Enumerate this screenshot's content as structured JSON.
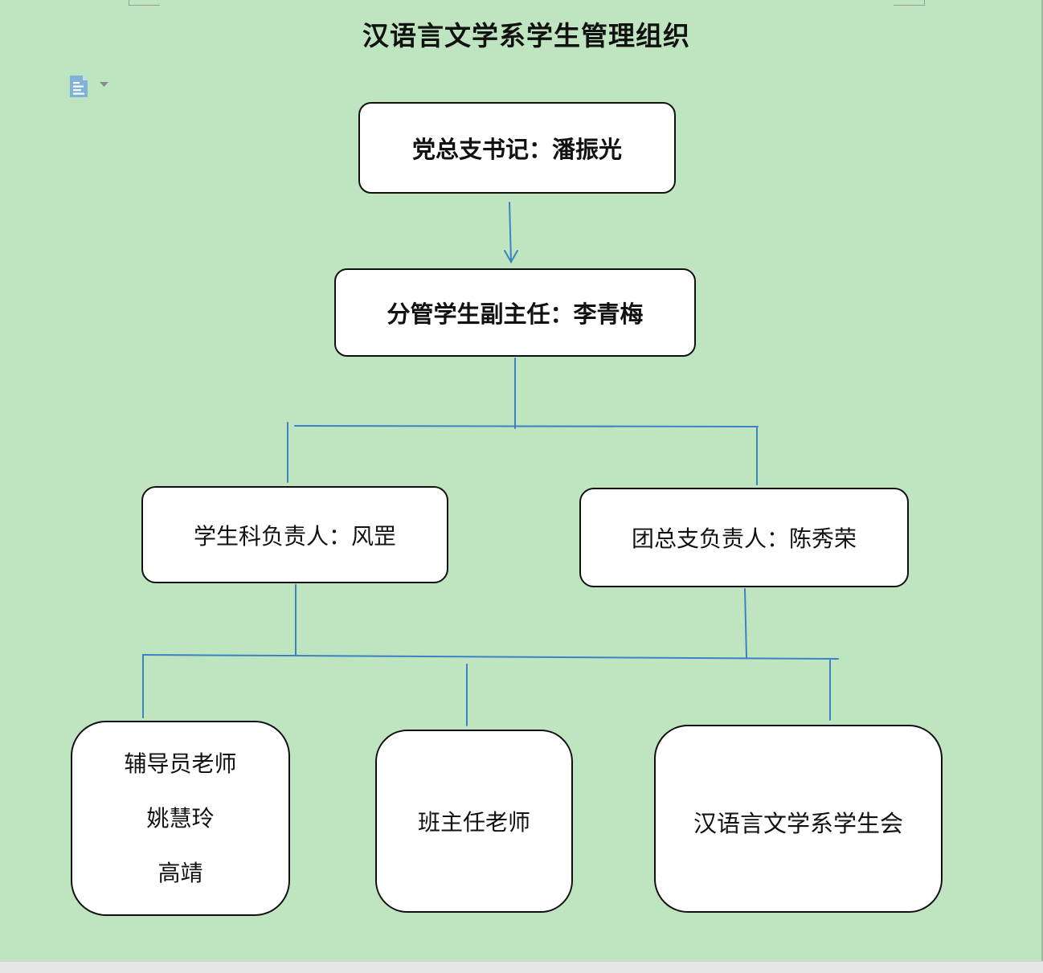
{
  "document": {
    "title": "汉语言文学系学生管理组织"
  },
  "org_chart": {
    "nodes": {
      "secretary": {
        "label": "党总支书记：潘振光"
      },
      "deputy_director": {
        "label": "分管学生副主任：李青梅"
      },
      "student_affairs": {
        "label": "学生科负责人：风罡"
      },
      "league_branch": {
        "label": "团总支负责人：陈秀荣"
      },
      "counselor": {
        "lines": [
          "辅导员老师",
          "姚慧玲",
          "高靖"
        ]
      },
      "head_teacher": {
        "label": "班主任老师"
      },
      "student_union": {
        "label": "汉语言文学系学生会"
      }
    },
    "edges": [
      [
        "secretary",
        "deputy_director"
      ],
      [
        "deputy_director",
        "student_affairs"
      ],
      [
        "deputy_director",
        "league_branch"
      ],
      [
        "student_affairs",
        "counselor"
      ],
      [
        "student_affairs",
        "head_teacher"
      ],
      [
        "student_affairs",
        "student_union"
      ],
      [
        "league_branch",
        "counselor"
      ],
      [
        "league_branch",
        "head_teacher"
      ],
      [
        "league_branch",
        "student_union"
      ]
    ],
    "colors": {
      "background": "#bfe4c0",
      "connector": "#3a82c4",
      "box_fill": "#ffffff",
      "box_border": "#111111"
    }
  },
  "icons": {
    "document_widget": "document-icon",
    "dropdown": "triangle-down-icon"
  }
}
